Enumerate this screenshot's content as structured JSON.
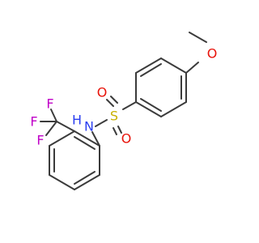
{
  "atoms": {
    "O_methoxy": {
      "symbol": "O",
      "color": "#e8130a"
    },
    "S": {
      "symbol": "S",
      "color": "#c8b000"
    },
    "O_sulfonyl_top": {
      "symbol": "O",
      "color": "#e8130a"
    },
    "O_sulfonyl_bottom": {
      "symbol": "O",
      "color": "#e8130a"
    },
    "N": {
      "symbol": "N",
      "color": "#2b3ff0"
    },
    "H": {
      "symbol": "H",
      "color": "#2b3ff0"
    },
    "F_1": {
      "symbol": "F",
      "color": "#c000c8"
    },
    "F_2": {
      "symbol": "F",
      "color": "#c000c8"
    },
    "F_3": {
      "symbol": "F",
      "color": "#c000c8"
    }
  },
  "colors": {
    "bond": "#3b3b3b",
    "background": "#ffffff"
  }
}
